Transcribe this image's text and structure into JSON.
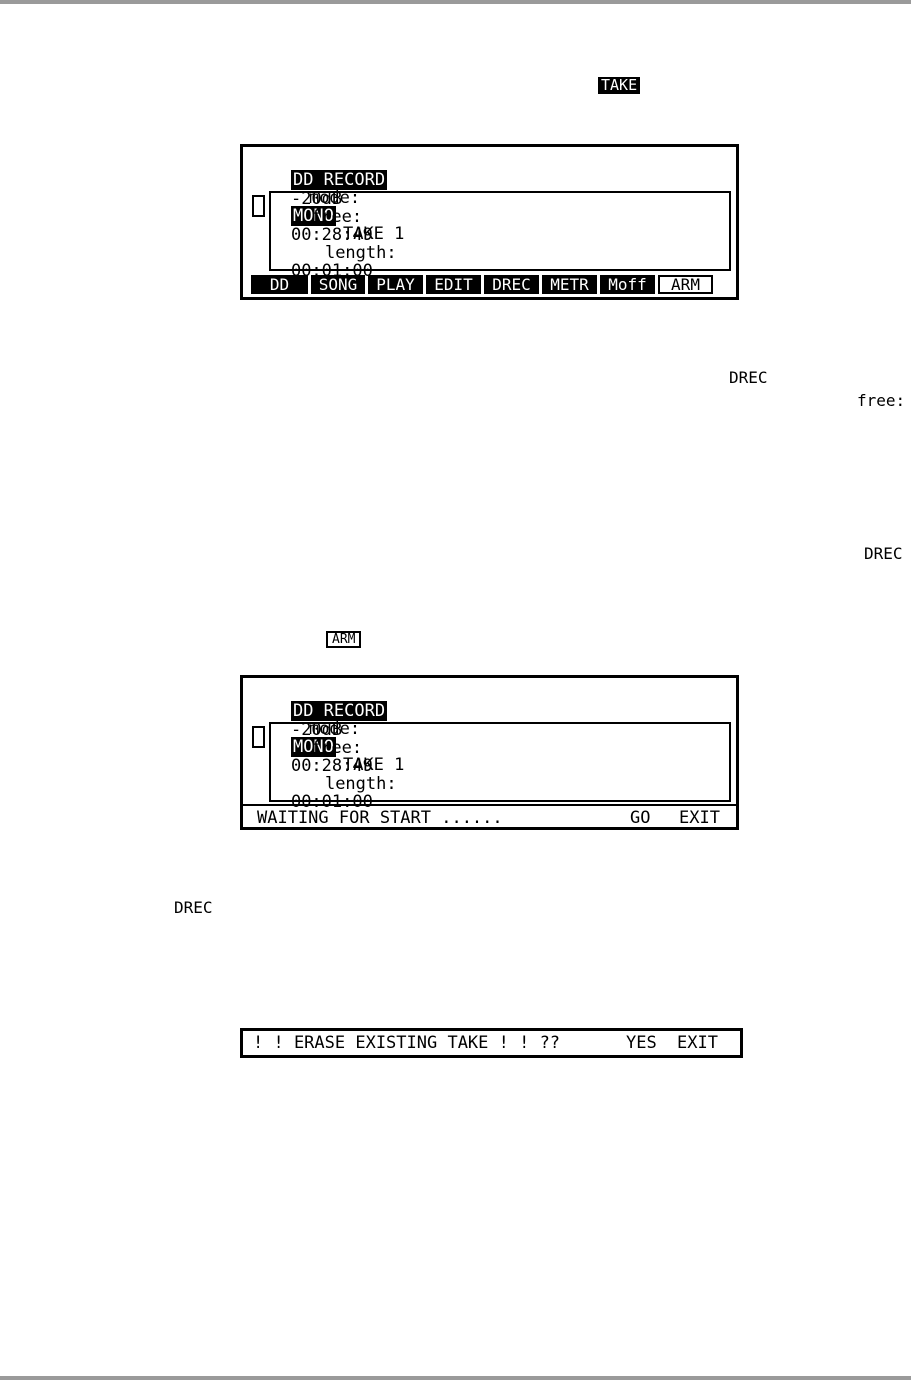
{
  "inline_labels": {
    "take": "TAKE",
    "drec_1": "DREC",
    "free": "free:",
    "drec_2": "DREC",
    "arm": "ARM",
    "drec_3": "DREC"
  },
  "screen1": {
    "title": "DD RECORD",
    "mode_label": "mode:",
    "mode_value": "MONO",
    "take": "TAKE 1",
    "level": "-20dB",
    "free_label": "free:",
    "free_value": "00:28:49",
    "length_label": "length:",
    "length_value": "00:01:00",
    "softkeys": [
      "DD",
      "SONG",
      "PLAY",
      "EDIT",
      "DREC",
      "METR",
      "Moff",
      "ARM"
    ]
  },
  "screen2": {
    "title": "DD RECORD",
    "mode_label": "mode:",
    "mode_value": "MONO",
    "take": "TAKE 1",
    "level": "-20dB",
    "free_label": "free:",
    "free_value": "00:28:49",
    "length_label": "length:",
    "length_value": "00:01:00",
    "status": "WAITING FOR START ......",
    "go": "GO",
    "exit": "EXIT"
  },
  "screen3": {
    "message": "! ! ERASE EXISTING TAKE ! ! ??",
    "yes": "YES",
    "exit": "EXIT"
  }
}
